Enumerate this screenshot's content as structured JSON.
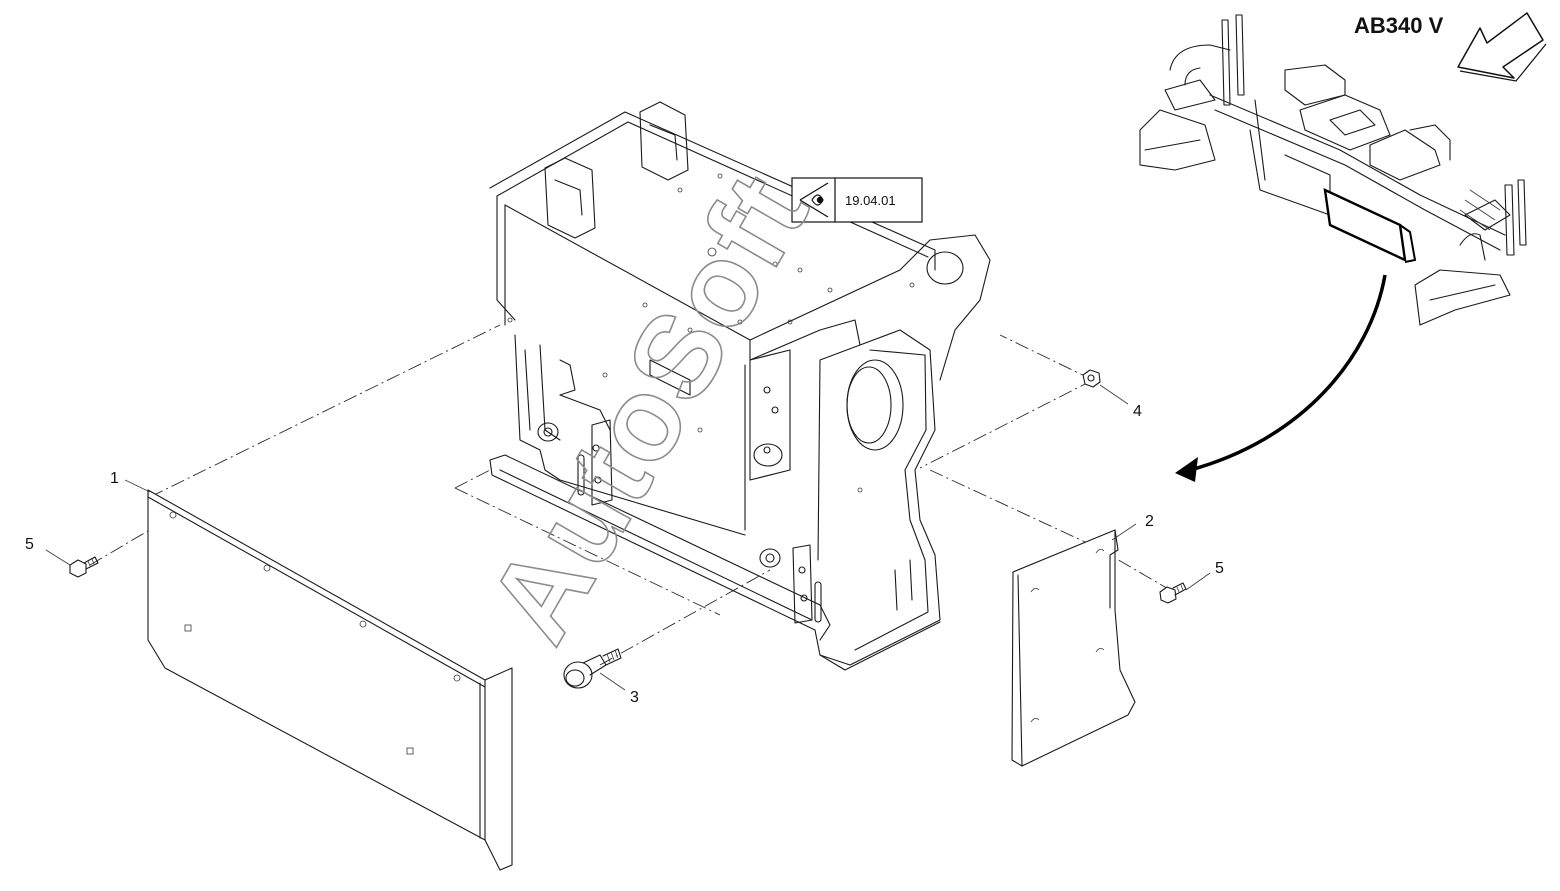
{
  "model_label": "AB340 V",
  "reference": {
    "icon": "eye-view-icon",
    "code": "19.04.01"
  },
  "callouts": {
    "c1": "1",
    "c2": "2",
    "c3": "3",
    "c4": "4",
    "c5a": "5",
    "c5b": "5"
  },
  "watermark": "AutoSoft",
  "colors": {
    "line": "#1a1a1a",
    "watermark": "#8c8c8c",
    "background": "#ffffff"
  }
}
